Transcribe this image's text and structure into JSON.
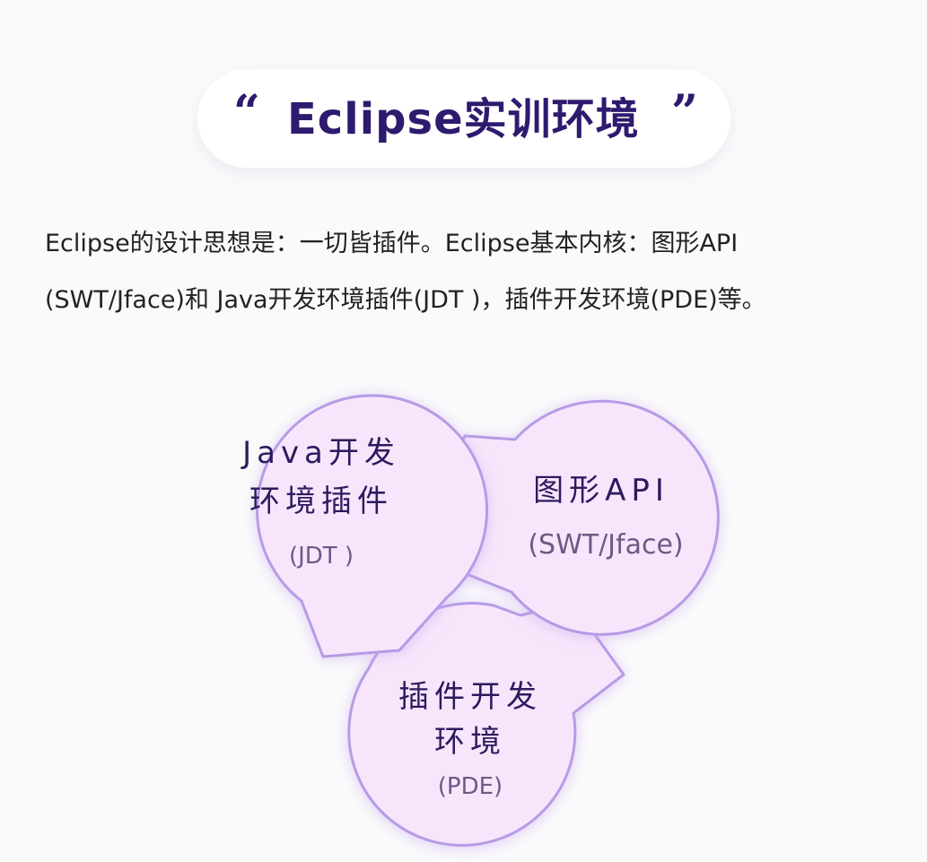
{
  "title": {
    "open_quote": "“",
    "text": "Eclipse实训环境",
    "close_quote": "”"
  },
  "description": {
    "line1": "Eclipse的设计思想是：一切皆插件。Eclipse基本内核：图形API",
    "line2": "(SWT/Jface)和 Java开发环境插件(JDT )，插件开发环境(PDE)等。"
  },
  "diagram": {
    "bubbles": [
      {
        "line1": "Java开发",
        "line2": "环境插件",
        "sub": "(JDT )"
      },
      {
        "line1": "图形API",
        "sub": "(SWT/Jface)"
      },
      {
        "line1": "插件开发",
        "line2": "环境",
        "sub": "(PDE)"
      }
    ]
  },
  "colors": {
    "title_text": "#2e1a6e",
    "bubble_fill": "#f7e6fb",
    "bubble_stroke": "#b69be6",
    "sub_text": "#6b5a85",
    "background": "#fafafb"
  }
}
